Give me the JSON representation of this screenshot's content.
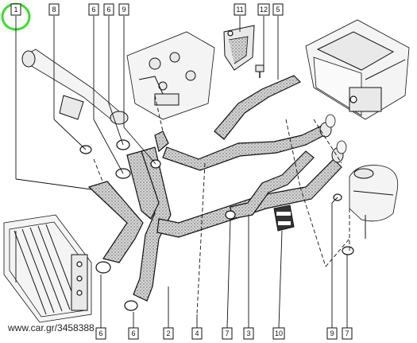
{
  "figure": {
    "footer": "www.car.gr/3458388"
  },
  "callouts": {
    "c1": "1",
    "c8": "8",
    "c6a": "6",
    "c6b": "6",
    "c9": "9",
    "c11": "11",
    "c12": "12",
    "c5": "5",
    "c6c": "6",
    "c6d": "6",
    "c2": "2",
    "c4": "4",
    "c7a": "7",
    "c3": "3",
    "c10": "10",
    "c9b": "9",
    "c7b": "7"
  },
  "colors": {
    "annotation_circle": "#3ddc2f",
    "hose_fill": "#c8c8c8",
    "line": "#111111"
  },
  "icons": {
    "annotation": "green-circle-mark"
  }
}
